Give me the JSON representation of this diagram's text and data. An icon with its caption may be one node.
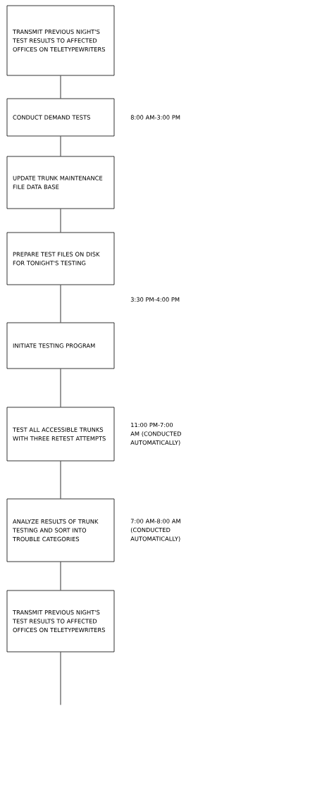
{
  "diagram": {
    "nodes": [
      {
        "text": [
          "TRANSMIT PREVIOUS NIGHT'S TEST RESULTS TO AFFECTED OFFICES ON TELETYPEWRITERS"
        ]
      },
      {
        "text": [
          "CONDUCT DEMAND TESTS"
        ],
        "beside": [
          "8:00 AM-3:00 PM"
        ]
      },
      {
        "text": [
          "UPDATE TRUNK MAINTENANCE FILE DATA BASE"
        ]
      },
      {
        "text": [
          "PREPARE TEST FILES ON DISK FOR TONIGHT'S TESTING"
        ]
      },
      {
        "text": [
          "INITIATE TESTING PROGRAM"
        ]
      },
      {
        "text": [
          "TEST ALL ACCESSIBLE TRUNKS WITH THREE RETEST ATTEMPTS"
        ],
        "beside": [
          "11:00 PM-7:00 AM (CONDUCTED AUTOMATICALLY)"
        ]
      },
      {
        "text": [
          "ANALYZE RESULTS OF TRUNK TESTING AND SORT INTO TROUBLE CATEGORIES"
        ],
        "beside": [
          "7:00 AM-8:00 AM (CONDUCTED AUTOMATICALLY)"
        ]
      },
      {
        "text": [
          "TRANSMIT PREVIOUS NIGHT'S TEST RESULTS TO AFFECTED OFFICES ON TELETYPEWRITERS"
        ]
      }
    ],
    "edges": [
      {
        "from": 0,
        "to": 1,
        "arrow": "none"
      },
      {
        "from": 1,
        "to": 2,
        "arrow": "none"
      },
      {
        "from": 2,
        "to": 3,
        "arrow": "none"
      },
      {
        "from": 3,
        "to": 4,
        "arrow": "none"
      },
      {
        "from": 4,
        "to": 5,
        "arrow": "none"
      },
      {
        "from": 5,
        "to": 6,
        "arrow": "none"
      },
      {
        "from": 6,
        "to": 7,
        "arrow": "none"
      },
      {
        "from": 7,
        "to": null,
        "arrow": "none"
      }
    ],
    "labels": [
      "3:30 PM-4:00 PM"
    ]
  }
}
